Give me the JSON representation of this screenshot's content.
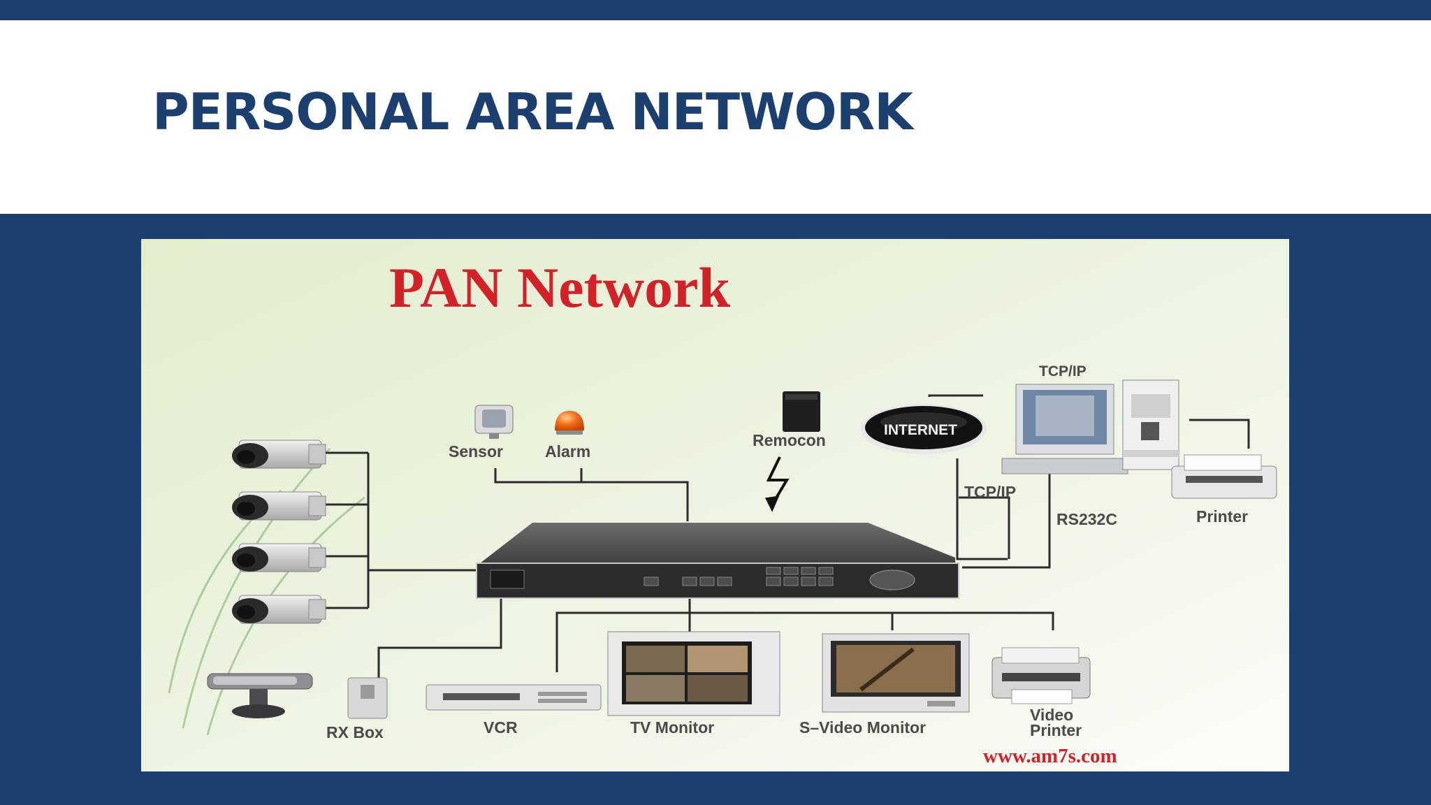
{
  "slide": {
    "title": "PERSONAL AREA NETWORK"
  },
  "diagram": {
    "heading": "PAN Network",
    "labels": {
      "sensor": "Sensor",
      "alarm": "Alarm",
      "remocon": "Remocon",
      "internet": "INTERNET",
      "tcpip_top": "TCP/IP",
      "tcpip_mid": "TCP/IP",
      "rs232c": "RS232C",
      "printer": "Printer",
      "rx_box": "RX Box",
      "vcr": "VCR",
      "tv_monitor": "TV Monitor",
      "svideo_monitor": "S–Video Monitor",
      "video_printer_line1": "Video",
      "video_printer_line2": "Printer",
      "website": "www.am7s.com"
    },
    "colors": {
      "slide_blue": "#1b3f6e",
      "heading_red": "#d42027",
      "panel_green": "#e6f0d2"
    }
  }
}
